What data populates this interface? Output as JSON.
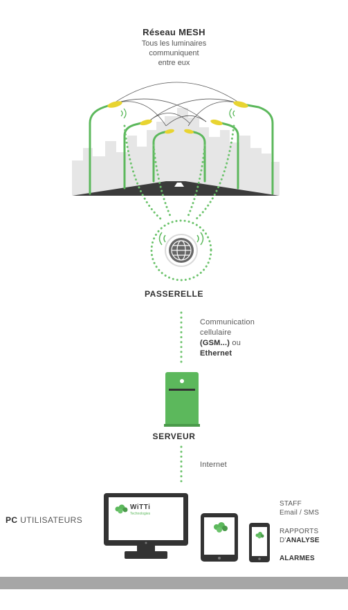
{
  "mesh": {
    "title": "Réseau MESH",
    "subtitle_lines": [
      "Tous les luminaires",
      "communiquent",
      "entre eux"
    ]
  },
  "gateway": {
    "label": "PASSERELLE"
  },
  "link_cellular": {
    "line1": "Communication",
    "line2": "cellulaire",
    "line3_bold": "(GSM...)",
    "line3_rest": " ou",
    "line4_bold": "Ethernet"
  },
  "server": {
    "label": "SERVEUR"
  },
  "link_internet": {
    "label": "Internet"
  },
  "users": {
    "label_bold": "PC",
    "label_rest": " UTILISATEURS"
  },
  "brand": {
    "logo_text": "WiTTi",
    "logo_sub": "Technologies"
  },
  "outputs": {
    "staff_line1": "STAFF",
    "staff_line2": "Email / SMS",
    "reports_line1": "RAPPORTS",
    "reports_line2_prefix": "D'",
    "reports_line2_bold": "ANALYSE",
    "alarms": "ALARMES"
  },
  "colors": {
    "green": "#5cb85c",
    "dot_green": "#6cc36c",
    "lamp_yellow": "#e8d431",
    "device_dark": "#333333",
    "city_grey": "#e6e6e6",
    "road": "#3b3b3b",
    "footer_grey": "#a6a6a6"
  }
}
